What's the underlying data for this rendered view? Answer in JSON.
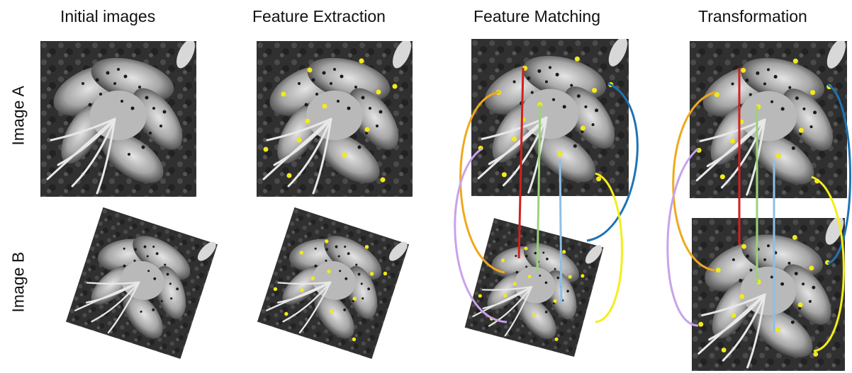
{
  "columns": {
    "initial": "Initial images",
    "extraction": "Feature Extraction",
    "matching": "Feature Matching",
    "transformation": "Transformation"
  },
  "rows": {
    "a": "Image A",
    "b": "Image B"
  },
  "colors": {
    "keypoint": "#f2ea1a",
    "match_red": "#d21f1f",
    "match_green": "#9bd27a",
    "match_lightblue": "#8fbfe6",
    "match_orange": "#f0a81c",
    "match_purple": "#c8a2ea",
    "match_blue": "#1e74b4",
    "match_yellow": "#f4ee1a"
  }
}
